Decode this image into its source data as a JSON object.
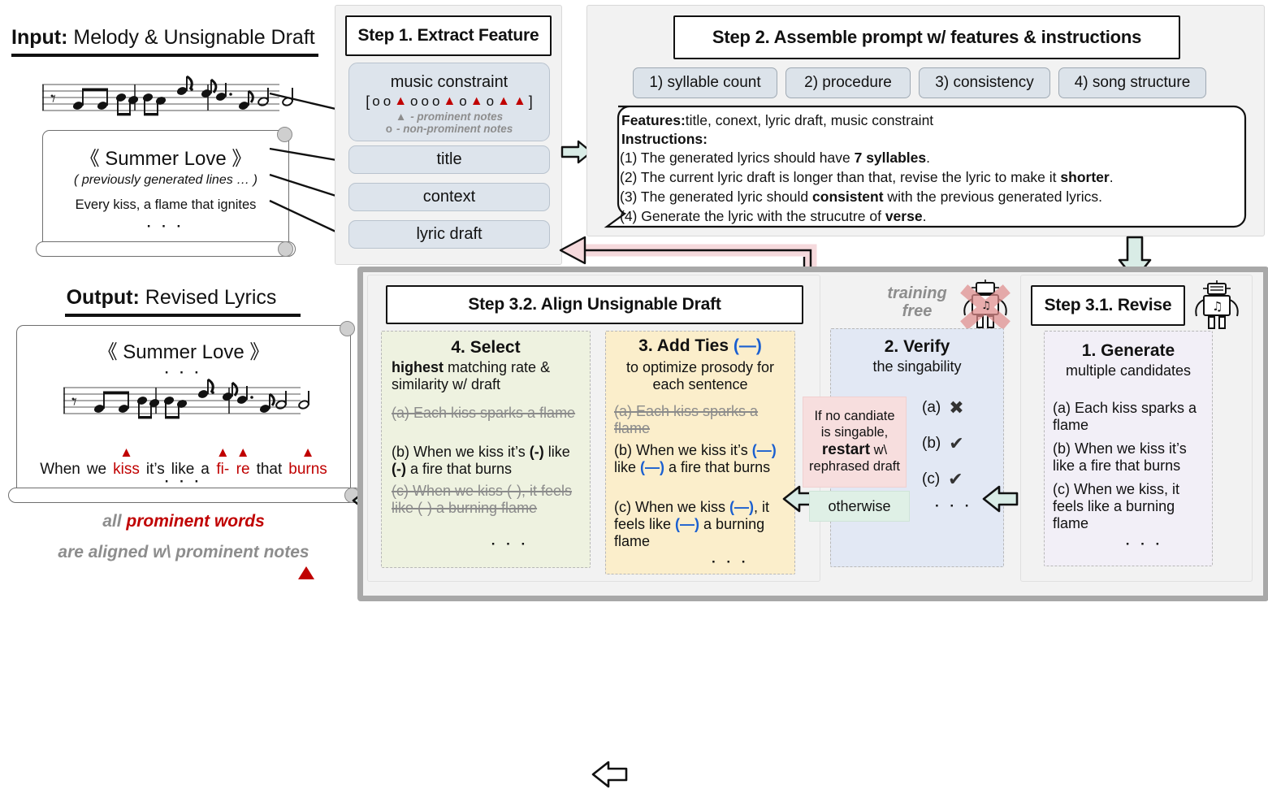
{
  "input": {
    "heading_bold": "Input:",
    "heading_rest": " Melody & Unsignable Draft",
    "card": {
      "title": "《 Summer Love 》",
      "context_line": "( previously generated lines … )",
      "draft_line": "Every kiss, a flame that ignites",
      "ellipsis": "· · ·"
    }
  },
  "output": {
    "heading_bold": "Output:",
    "heading_rest": "  Revised Lyrics",
    "card": {
      "title": "《 Summer Love 》",
      "ellipsis_top": "· · ·",
      "ellipsis_bottom": "· · ·",
      "lyrics": [
        {
          "text": "When",
          "prominent": false
        },
        {
          "text": "we",
          "prominent": false
        },
        {
          "text": "kiss",
          "prominent": true
        },
        {
          "text": "it’s",
          "prominent": false
        },
        {
          "text": "like",
          "prominent": false
        },
        {
          "text": "a",
          "prominent": false
        },
        {
          "text": "fi-",
          "prominent": true
        },
        {
          "text": "re",
          "prominent": true
        },
        {
          "text": "that",
          "prominent": false
        },
        {
          "text": "burns",
          "prominent": true
        }
      ]
    },
    "caption_line1_a": "all ",
    "caption_line1_b": "prominent words",
    "caption_line2": "are aligned w\\  prominent notes"
  },
  "step1": {
    "title": "Step 1. Extract Feature",
    "music_constraint": {
      "label": "music constraint",
      "open_bracket": "[",
      "close_bracket": "]",
      "sequence": [
        "o",
        "o",
        "T",
        "o",
        "o",
        "o",
        "T",
        "o",
        "T",
        "o",
        "T",
        "T"
      ],
      "legend_prominent": "- prominent notes",
      "legend_nonprominent": "- non-prominent notes",
      "legend_prominent_glyph": "▲",
      "legend_nonprominent_glyph": "o"
    },
    "features": [
      "title",
      "context",
      "lyric draft"
    ]
  },
  "step2": {
    "title": "Step 2. Assemble prompt w/ features & instructions",
    "tags": [
      "1) syllable count",
      "2) procedure",
      "3) consistency",
      "4) song structure"
    ],
    "prompt": {
      "features_label": "Features:",
      "features_value": "  title, conext, lyric draft, music constraint",
      "instructions_label": "Instructions:",
      "instructions": [
        {
          "pre": "(1) The generated lyrics should have ",
          "bold": "7 syllables",
          "post": "."
        },
        {
          "pre": "(2) The current lyric draft is longer than that, revise the lyric to make it ",
          "bold": "shorter",
          "post": "."
        },
        {
          "pre": "(3) The generated lyric should ",
          "bold": "consistent",
          "post": " with the previous generated lyrics."
        },
        {
          "pre": "(4) Generate the lyric with the strucutre of ",
          "bold": "verse",
          "post": "."
        }
      ]
    }
  },
  "step31": {
    "title": "Step 3.1. Revise",
    "robot_icon": "robot-icon",
    "block": {
      "hd": "1. Generate",
      "sub": "multiple candidates",
      "items": [
        "(a) Each kiss sparks a flame",
        "(b) When we kiss it’s like a fire that burns",
        "(c) When we kiss, it feels like a burning flame"
      ],
      "ellipsis": "· · ·"
    }
  },
  "verify": {
    "training_free_line1": "training",
    "training_free_line2": "free",
    "robot_icon": "robot-crossed-icon",
    "hd": "2. Verify",
    "sub": "the singability",
    "results": [
      {
        "label": "(a)",
        "mark": "✖"
      },
      {
        "label": "(b)",
        "mark": "✔"
      },
      {
        "label": "(c)",
        "mark": "✔"
      }
    ],
    "ellipsis": "· · ·",
    "restart_note": {
      "line1": "If no candiate",
      "line2": "is singable,",
      "bold": "restart",
      "after_bold": " w\\",
      "line4": "rephrased draft"
    },
    "otherwise": "otherwise"
  },
  "step32": {
    "title": "Step 3.2. Align Unsignable Draft",
    "select": {
      "hd": "4. Select",
      "sub_bold": "highest",
      "sub_rest": " matching rate & similarity w/ draft",
      "items": [
        {
          "text": "(a) Each kiss sparks a flame",
          "struck": true
        },
        {
          "text": "(b) When we kiss it’s (-) like (-) a fire that burns",
          "struck": false
        },
        {
          "text": "(c) When we kiss (-), it feels like (-) a burning flame",
          "struck": true
        }
      ],
      "ellipsis": "· · ·"
    },
    "ties": {
      "hd": "3. Add Ties",
      "hd_tie": "(—)",
      "sub": "to optimize prosody for each sentence",
      "items": [
        {
          "text": "(a) Each kiss sparks a flame",
          "struck": true
        },
        {
          "text": "(b) When we kiss it’s (—)  like (—) a fire that burns",
          "struck": false
        },
        {
          "text": "(c) When we kiss (—), it feels like (—) a burning flame",
          "struck": false
        }
      ],
      "ellipsis": "· · ·"
    }
  },
  "colors": {
    "prominent_red": "#c00000",
    "tie_blue": "#1a5fd0",
    "select_bg": "#eef2e0",
    "ties_bg": "#fbeecb",
    "verify_bg": "#e2e8f4",
    "generate_bg": "#f2eff7",
    "restart_bg": "#f7dede",
    "otherwise_bg": "#dff0e6",
    "arrow_green": "#d9ece6",
    "arrow_pink": "#f5d9dc",
    "chip_blue": "#dde4ec"
  }
}
